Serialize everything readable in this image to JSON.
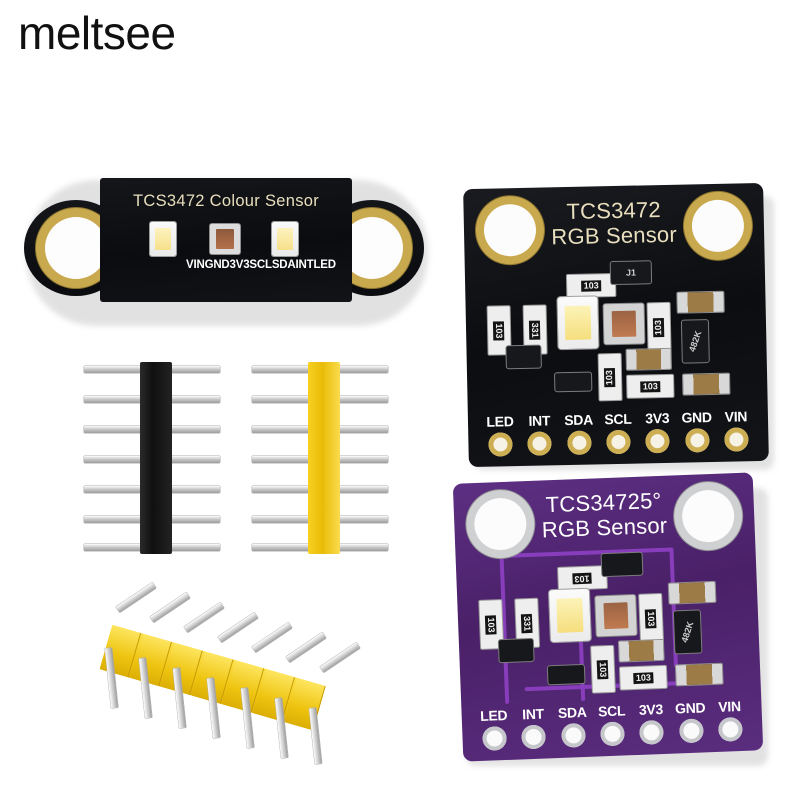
{
  "watermark": "meltsee",
  "background_color": "#ffffff",
  "products": {
    "board1": {
      "title": "TCS3472 Colour Sensor",
      "shape": "long-strip-with-round-mounting-ears",
      "pcb_color": "#0e1013",
      "silkscreen_color": "#e9dfbe",
      "pad_color": "#cdae52",
      "pins": [
        "VIN",
        "GND",
        "3V3",
        "SCL",
        "SDA",
        "INT",
        "LED"
      ],
      "components": [
        "white-led",
        "tcs3472-sensor-chip",
        "white-led"
      ]
    },
    "board2": {
      "title_line1": "TCS3472",
      "title_line2": "RGB Sensor",
      "pcb_color": "#101216",
      "silkscreen_color": "#e9dfbe",
      "pad_color": "#cdae52",
      "pins": [
        "LED",
        "INT",
        "SDA",
        "SCL",
        "3V3",
        "GND",
        "VIN"
      ],
      "component_codes": [
        "103",
        "331",
        "103",
        "103",
        "103",
        "J1",
        "482K"
      ]
    },
    "board3": {
      "title_line1": "TCS34725°",
      "title_line2": "RGB Sensor",
      "pcb_color": "#4e2371",
      "silkscreen_color": "#ffffff",
      "pad_color": "#c6c7ca",
      "pins": [
        "LED",
        "INT",
        "SDA",
        "SCL",
        "3V3",
        "GND",
        "VIN"
      ],
      "component_codes": [
        "103",
        "331",
        "103",
        "103",
        "103",
        "482K"
      ]
    },
    "header_black": {
      "name": "straight-pin-header-black",
      "pin_count": 7,
      "plastic_color": "#161616"
    },
    "header_yellow": {
      "name": "straight-pin-header-yellow",
      "pin_count": 7,
      "plastic_color": "#efc40e"
    },
    "header_angled": {
      "name": "right-angle-pin-header-yellow",
      "pin_count": 7,
      "plastic_color": "#f2c713"
    }
  }
}
